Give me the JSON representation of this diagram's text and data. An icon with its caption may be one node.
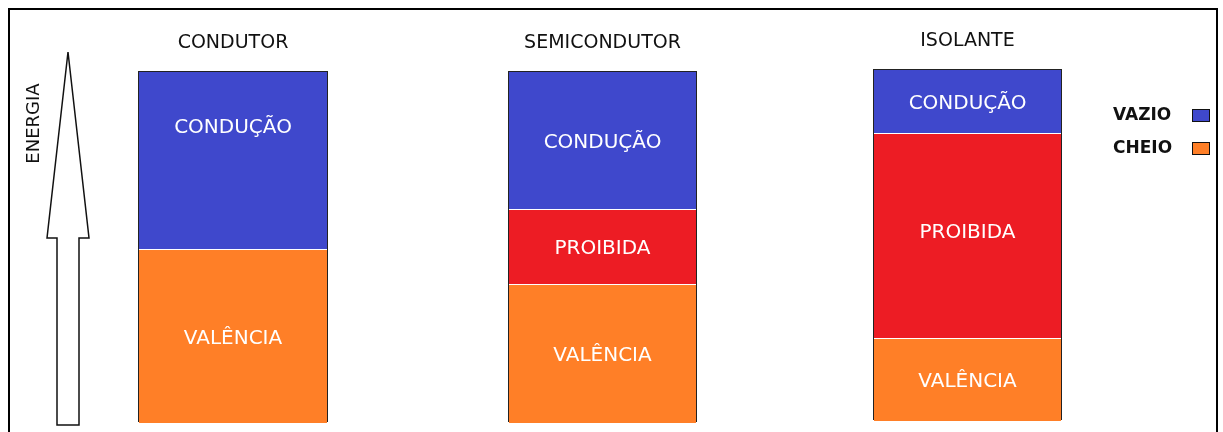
{
  "diagram": {
    "nodes": [
      {
        "text": [
          "CONDUTOR"
        ]
      },
      {
        "text": [
          "CONDUÇÃO"
        ],
        "in": 0
      },
      {
        "text": [
          "VALÊNCIA"
        ],
        "in": 0
      },
      {
        "text": [
          "SEMICONDUTOR"
        ]
      },
      {
        "text": [
          "CONDUÇÃO"
        ],
        "in": 3
      },
      {
        "text": [
          "PROIBIDA"
        ],
        "in": 3
      },
      {
        "text": [
          "VALÊNCIA"
        ],
        "in": 3
      },
      {
        "text": [
          "ISOLANTE"
        ]
      },
      {
        "text": [
          "CONDUÇÃO"
        ],
        "in": 7
      },
      {
        "text": [
          "PROIBIDA"
        ],
        "in": 7
      },
      {
        "text": [
          "VALÊNCIA"
        ],
        "in": 7
      }
    ],
    "edges": [],
    "labels": [
      "ENERGIA"
    ],
    "legend": [
      {
        "text": "VAZIO",
        "color": "#3f48cc"
      },
      {
        "text": "CHEIO",
        "color": "#ff7f27"
      }
    ]
  }
}
